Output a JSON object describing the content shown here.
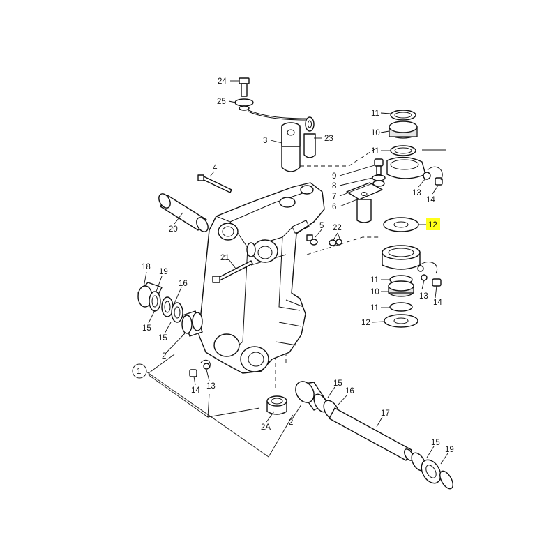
{
  "callouts": {
    "p24": "24",
    "p25": "25",
    "p23": "23",
    "p3": "3",
    "p4": "4",
    "p20": "20",
    "p9": "9",
    "p8": "8",
    "p7": "7",
    "p6": "6",
    "p5": "5",
    "p22": "22",
    "p21": "21",
    "p11_top_a": "11",
    "p10_top": "10",
    "p11_top_b": "11",
    "p13_top": "13",
    "p14_top": "14",
    "p12_highlight": "12",
    "p11_mid_a": "11",
    "p10_mid": "10",
    "p11_mid_b": "11",
    "p12_mid": "12",
    "p13_mid": "13",
    "p14_mid": "14",
    "p18": "18",
    "p19_left": "19",
    "p16_left": "16",
    "p15_left_a": "15",
    "p15_left_b": "15",
    "p2_left": "2",
    "p1": "1",
    "p14_low": "14",
    "p13_low": "13",
    "p2A": "2A",
    "p2_bottom": "2",
    "p15_pin": "15",
    "p16_pin": "16",
    "p17": "17",
    "p15_right": "15",
    "p19_right": "19"
  },
  "colors": {
    "highlight": "#ffff1a",
    "line": "#111111"
  }
}
